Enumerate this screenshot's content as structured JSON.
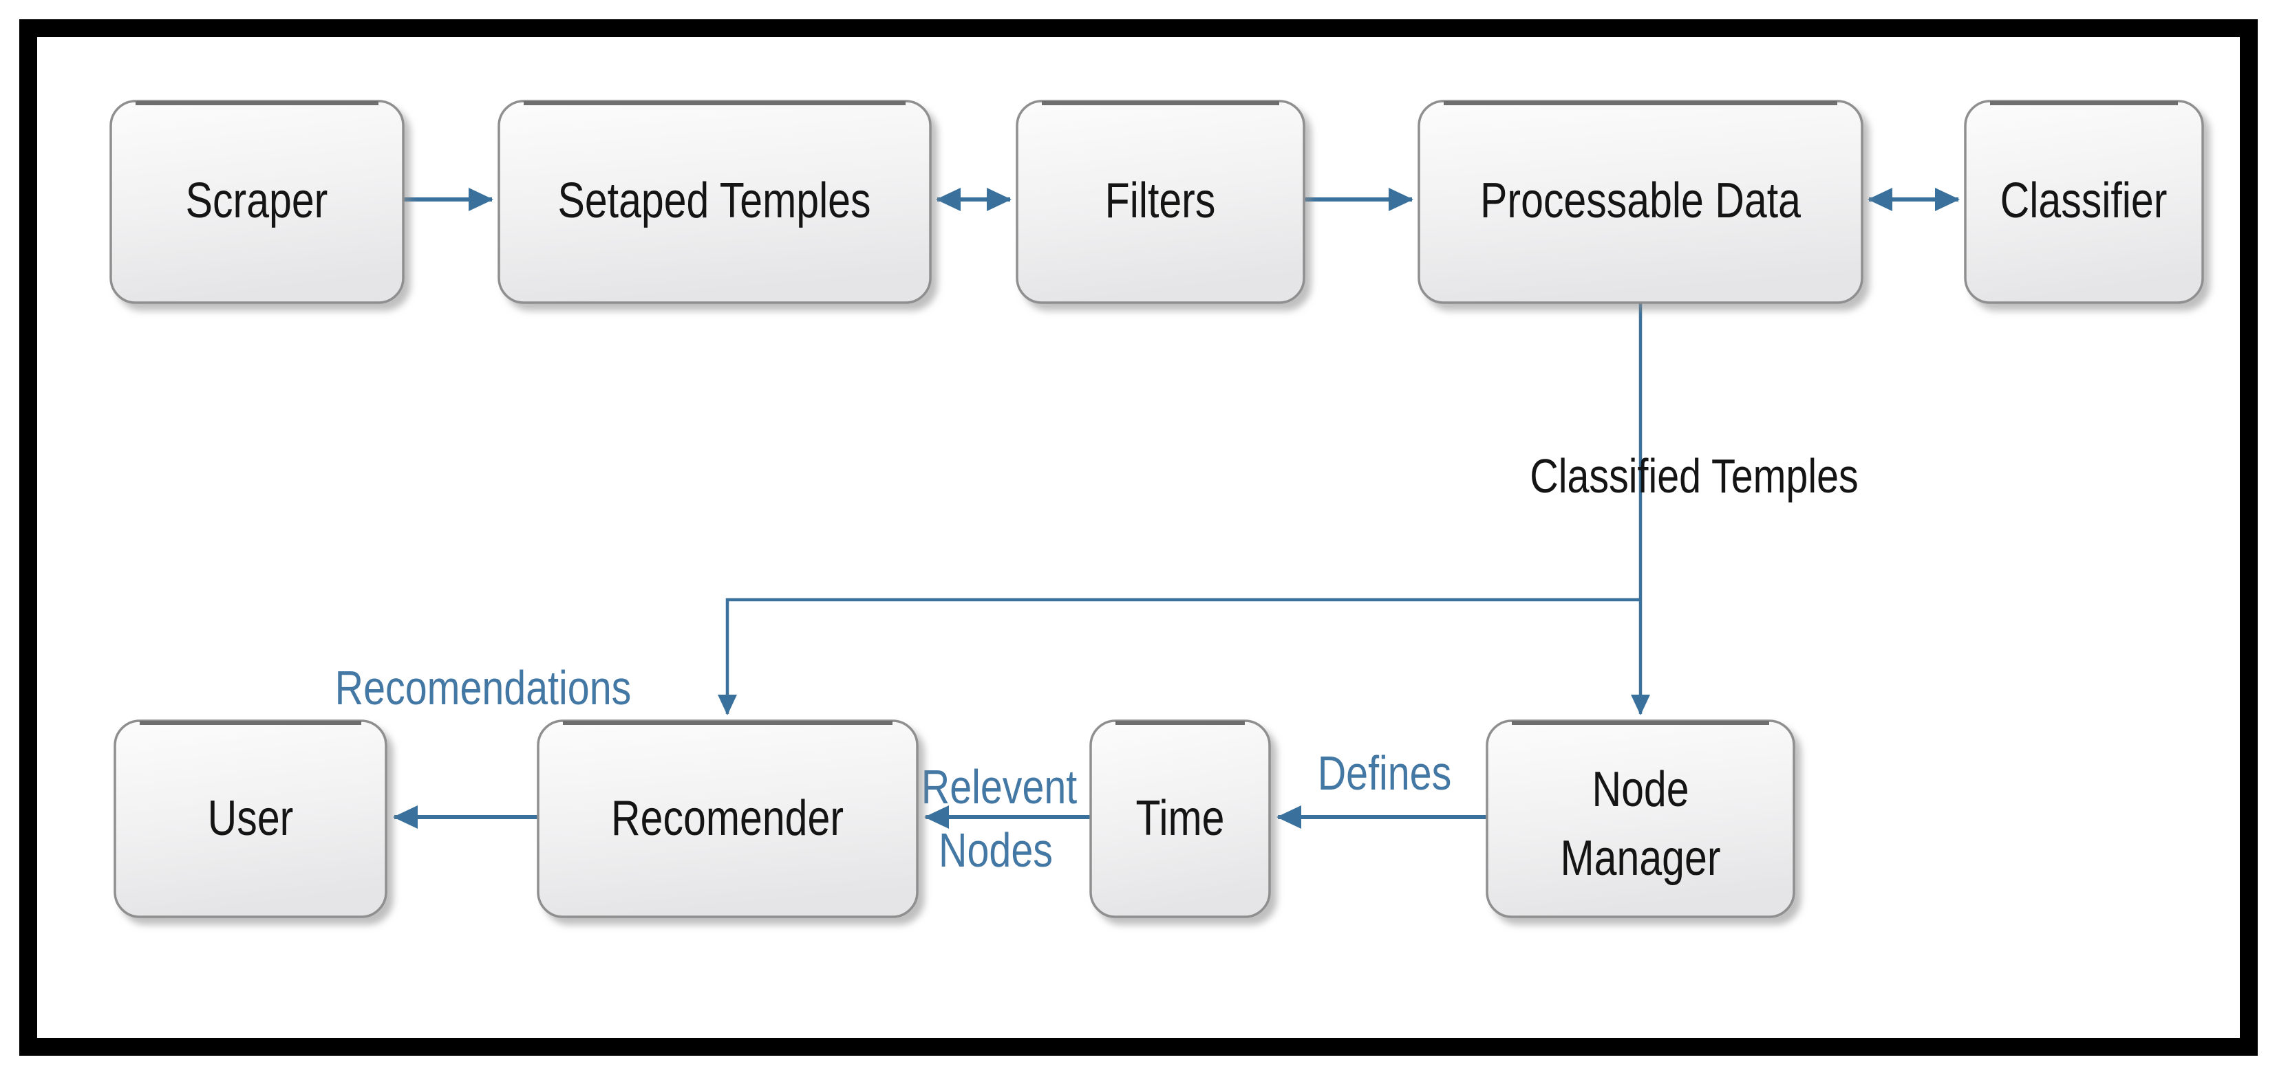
{
  "diagram": {
    "type": "flowchart",
    "background_color": "#ffffff",
    "frame_color": "#000000",
    "colors": {
      "connector": "#3a719c",
      "edge_label_blue": "#4377a4",
      "edge_label_black": "#141414",
      "node_fill_top": "#fcfcfc",
      "node_fill_bottom": "#e5e5e7",
      "node_border": "#8f8f8f",
      "node_border_top": "#6e6e6e",
      "node_text": "#141414"
    },
    "nodes": {
      "scraper": {
        "label": "Scraper"
      },
      "setaped_temples": {
        "label": "Setaped Temples"
      },
      "filters": {
        "label": "Filters"
      },
      "processable_data": {
        "label": "Processable Data"
      },
      "classifier": {
        "label": "Classifier"
      },
      "user": {
        "label": "User"
      },
      "recomender": {
        "label": "Recomender"
      },
      "time": {
        "label": "Time"
      },
      "node_manager": {
        "label": "Node Manager",
        "line1": "Node",
        "line2": "Manager"
      }
    },
    "edge_labels": {
      "classified_temples": "Classified Temples",
      "recomendations": "Recomendations",
      "defines": "Defines",
      "relevent_line1": "Relevent",
      "relevent_line2": "Nodes"
    },
    "edges": [
      {
        "from": "Scraper",
        "to": "Setaped Temples",
        "direction": "one-way",
        "label": ""
      },
      {
        "from": "Setaped Temples",
        "to": "Filters",
        "direction": "two-way",
        "label": ""
      },
      {
        "from": "Filters",
        "to": "Processable Data",
        "direction": "one-way",
        "label": ""
      },
      {
        "from": "Processable Data",
        "to": "Classifier",
        "direction": "two-way",
        "label": ""
      },
      {
        "from": "Processable Data",
        "to": "Node Manager",
        "direction": "one-way",
        "label": "Classified Temples"
      },
      {
        "from": "Processable Data",
        "to": "Recomender",
        "direction": "one-way",
        "label": "Recomendations"
      },
      {
        "from": "Node Manager",
        "to": "Time",
        "direction": "one-way",
        "label": "Defines"
      },
      {
        "from": "Time",
        "to": "Recomender",
        "direction": "one-way",
        "label": "Relevent Nodes"
      },
      {
        "from": "Recomender",
        "to": "User",
        "direction": "one-way",
        "label": ""
      }
    ]
  }
}
